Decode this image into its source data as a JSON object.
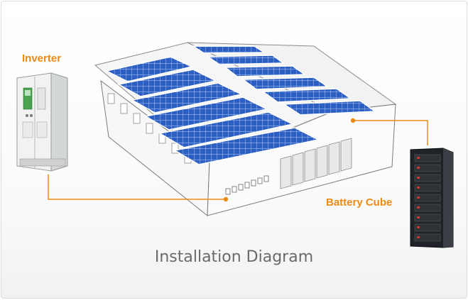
{
  "labels": {
    "inverter": "Inverter",
    "battery": "Battery Cube",
    "title": "Installation Diagram"
  },
  "colors": {
    "accent": "#ee8a12",
    "panel": "#2e63c8",
    "building_outline": "#7a7a7a",
    "title": "#6a6a6a"
  },
  "icons": {
    "inverter": "inverter-cabinet-icon",
    "battery": "battery-rack-icon",
    "building": "warehouse-building-icon",
    "solar": "solar-panel-icon"
  }
}
